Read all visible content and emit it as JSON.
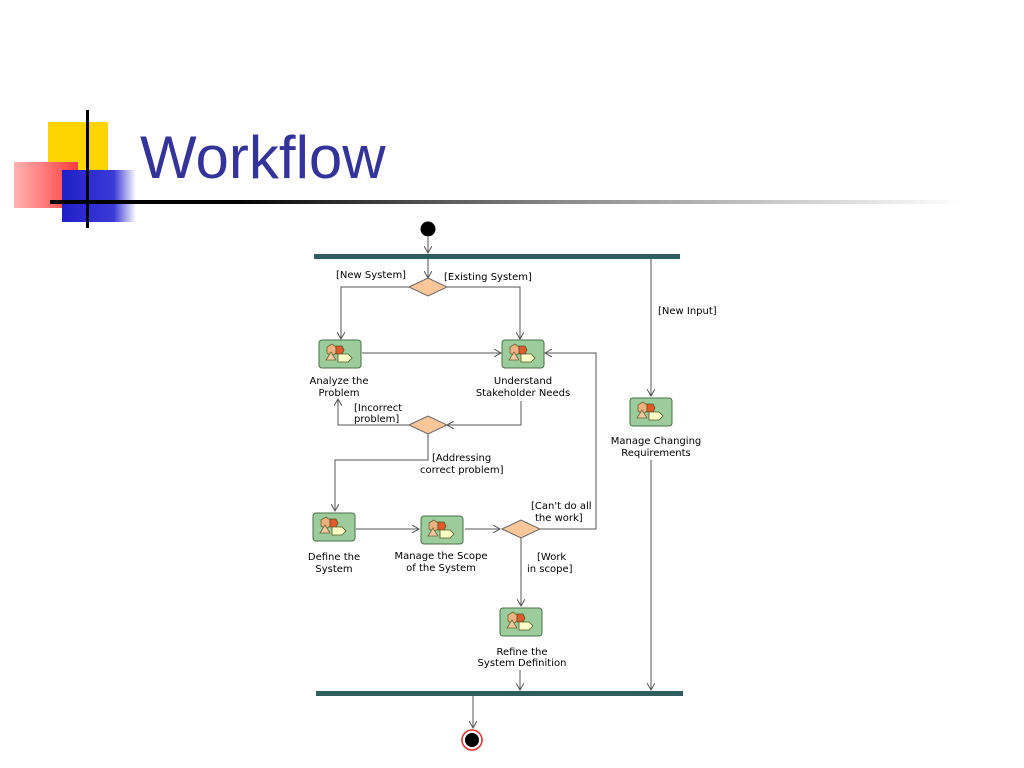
{
  "slide": {
    "title": "Workflow"
  },
  "diagram": {
    "activities": {
      "analyze": [
        "Analyze the",
        "Problem"
      ],
      "understand": [
        "Understand",
        "Stakeholder Needs"
      ],
      "manage_changing": [
        "Manage Changing",
        "Requirements"
      ],
      "define": [
        "Define the",
        "System"
      ],
      "manage_scope": [
        "Manage the Scope",
        "of the System"
      ],
      "refine": [
        "Refine the",
        "System Definition"
      ]
    },
    "guards": {
      "new_system": "[New System]",
      "existing_system": "[Existing System]",
      "new_input": "[New Input]",
      "incorrect_problem": [
        "[Incorrect",
        "problem]"
      ],
      "addressing_correct": [
        "[Addressing",
        "correct problem]"
      ],
      "cant_do_all": [
        "[Can't do all",
        "the work]"
      ],
      "work_in_scope": [
        "[Work",
        "in scope]"
      ]
    }
  }
}
